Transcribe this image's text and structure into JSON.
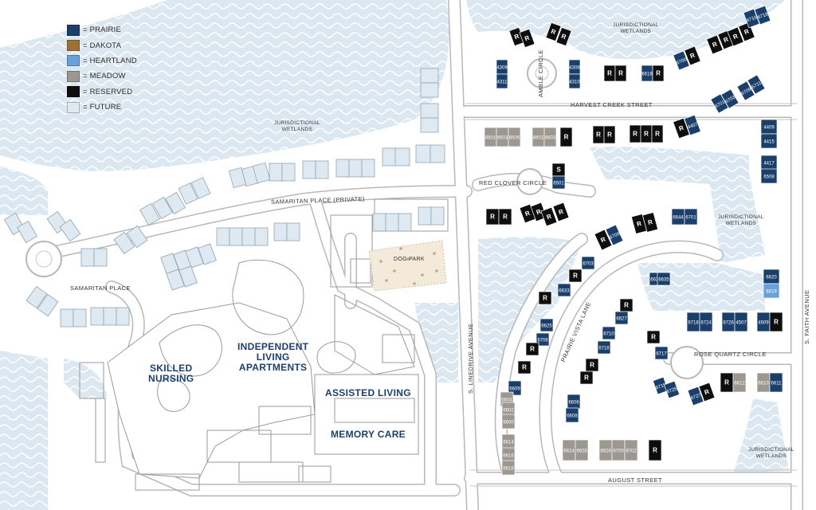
{
  "colors": {
    "prairie": "#1b3f6b",
    "dakota": "#9c7133",
    "heartland": "#6aa0da",
    "meadow": "#9c9791",
    "reserved": "#0e0e0e",
    "future": "#dfe9f1",
    "wetlands": "#dbe8f1",
    "road": "#ffffff",
    "text_navy": "#1c3f6e"
  },
  "legend": [
    {
      "key": "prairie",
      "label": "= PRAIRIE"
    },
    {
      "key": "dakota",
      "label": "= DAKOTA"
    },
    {
      "key": "heartland",
      "label": "= HEARTLAND"
    },
    {
      "key": "meadow",
      "label": "= MEADOW"
    },
    {
      "key": "reserved",
      "label": "= RESERVED"
    },
    {
      "key": "future",
      "label": "= FUTURE"
    }
  ],
  "streets": {
    "harvest_creek": "HARVEST CREEK STREET",
    "amble_circle": "AMBLE CIRCLE",
    "red_clover": "RED CLOVER CIRCLE",
    "samaritan_private": "SAMARITAN PLACE (PRIVATE)",
    "samaritan_place": "SAMARITAN PLACE",
    "linedrive": "S. LINEDRIVE AVENUE",
    "faith": "S. FAITH AVENUE",
    "prairie_vista": "PRAIRIE VISTA LANE",
    "rose_quartz": "ROSE QUARTZ CIRCLE",
    "august": "AUGUST STREET"
  },
  "wetlands": {
    "top_left_1": "JURISDICTIONAL",
    "top_left_2": "WETLANDS",
    "top_right_1": "JURISDICTIONAL",
    "top_right_2": "WETLANDS",
    "mid_right_1": "JURISDICTIONAL",
    "mid_right_2": "WETLANDS",
    "bottom_right_1": "JURISDICTIONAL",
    "bottom_right_2": "WETLANDS"
  },
  "facilities": {
    "skilled_1": "SKILLED",
    "skilled_2": "NURSING",
    "independent_1": "INDEPENDENT",
    "independent_2": "LIVING",
    "independent_3": "APARTMENTS",
    "assisted": "ASSISTED LIVING",
    "memory": "MEMORY CARE",
    "dog_park": "DOG PARK"
  },
  "homes": [
    {
      "s": "reserved",
      "t": "R"
    },
    {
      "s": "reserved",
      "t": "R"
    },
    {
      "s": "reserved",
      "t": "R"
    },
    {
      "s": "reserved",
      "t": "R"
    },
    {
      "s": "prairie",
      "t": "4309"
    },
    {
      "s": "prairie",
      "t": "4311"
    },
    {
      "s": "prairie",
      "t": "4308"
    },
    {
      "s": "prairie",
      "t": "4310"
    },
    {
      "s": "reserved",
      "t": "R"
    },
    {
      "s": "reserved",
      "t": "R"
    },
    {
      "s": "prairie",
      "t": "6618"
    },
    {
      "s": "reserved",
      "t": "R"
    },
    {
      "s": "prairie",
      "t": "6700"
    },
    {
      "s": "reserved",
      "t": "R"
    },
    {
      "s": "reserved",
      "t": "R"
    },
    {
      "s": "reserved",
      "t": "R"
    },
    {
      "s": "reserved",
      "t": "R"
    },
    {
      "s": "reserved",
      "t": "R"
    },
    {
      "s": "prairie",
      "t": "6716"
    },
    {
      "s": "prairie",
      "t": "6718"
    },
    {
      "s": "prairie",
      "t": "6701"
    },
    {
      "s": "prairie",
      "t": "6703"
    },
    {
      "s": "prairie",
      "t": "6709"
    },
    {
      "s": "prairie",
      "t": "6711"
    },
    {
      "s": "meadow",
      "t": "6501"
    },
    {
      "s": "meadow",
      "t": "6503"
    },
    {
      "s": "meadow",
      "t": "6505"
    },
    {
      "s": "meadow",
      "t": "6601"
    },
    {
      "s": "meadow",
      "t": "6603"
    },
    {
      "s": "reserved",
      "t": "R"
    },
    {
      "s": "reserved",
      "t": "R"
    },
    {
      "s": "reserved",
      "t": "R"
    },
    {
      "s": "reserved",
      "t": "R"
    },
    {
      "s": "reserved",
      "t": "R"
    },
    {
      "s": "reserved",
      "t": "R"
    },
    {
      "s": "reserved",
      "t": "R"
    },
    {
      "s": "prairie",
      "t": "4407"
    },
    {
      "s": "prairie",
      "t": "4409"
    },
    {
      "s": "prairie",
      "t": "4415"
    },
    {
      "s": "prairie",
      "t": "4417"
    },
    {
      "s": "prairie",
      "t": "6508"
    },
    {
      "s": "reserved",
      "t": "S"
    },
    {
      "s": "prairie",
      "t": "6501"
    },
    {
      "s": "reserved",
      "t": "R"
    },
    {
      "s": "reserved",
      "t": "R"
    },
    {
      "s": "reserved",
      "t": "R"
    },
    {
      "s": "reserved",
      "t": "R"
    },
    {
      "s": "reserved",
      "t": "R"
    },
    {
      "s": "reserved",
      "t": "R"
    },
    {
      "s": "reserved",
      "t": "R"
    },
    {
      "s": "prairie",
      "t": "6708"
    },
    {
      "s": "reserved",
      "t": "R"
    },
    {
      "s": "reserved",
      "t": "R"
    },
    {
      "s": "prairie",
      "t": "6644"
    },
    {
      "s": "prairie",
      "t": "6701"
    },
    {
      "s": "prairie",
      "t": "6703"
    },
    {
      "s": "reserved",
      "t": "R"
    },
    {
      "s": "prairie",
      "t": "6638"
    },
    {
      "s": "prairie",
      "t": "6635"
    },
    {
      "s": "prairie",
      "t": "6633"
    },
    {
      "s": "reserved",
      "t": "R"
    },
    {
      "s": "reserved",
      "t": "R"
    },
    {
      "s": "prairie",
      "t": "6627"
    },
    {
      "s": "prairie",
      "t": "6625"
    },
    {
      "s": "prairie",
      "t": "6708"
    },
    {
      "s": "prairie",
      "t": "6710"
    },
    {
      "s": "prairie",
      "t": "6716"
    },
    {
      "s": "prairie",
      "t": "6718"
    },
    {
      "s": "prairie",
      "t": "6724"
    },
    {
      "s": "prairie",
      "t": "6726"
    },
    {
      "s": "prairie",
      "t": "4507"
    },
    {
      "s": "prairie",
      "t": "4509"
    },
    {
      "s": "reserved",
      "t": "R"
    },
    {
      "s": "prairie",
      "t": "6620"
    },
    {
      "s": "heartland",
      "t": "6619"
    },
    {
      "s": "reserved",
      "t": "R"
    },
    {
      "s": "reserved",
      "t": "R"
    },
    {
      "s": "reserved",
      "t": "R"
    },
    {
      "s": "reserved",
      "t": "R"
    },
    {
      "s": "reserved",
      "t": "R"
    },
    {
      "s": "prairie",
      "t": "6717"
    },
    {
      "s": "prairie",
      "t": "6719"
    },
    {
      "s": "prairie",
      "t": "6725"
    },
    {
      "s": "prairie",
      "t": "6727"
    },
    {
      "s": "reserved",
      "t": "R"
    },
    {
      "s": "reserved",
      "t": "R"
    },
    {
      "s": "meadow",
      "t": "6612"
    },
    {
      "s": "meadow",
      "t": "6610"
    },
    {
      "s": "prairie",
      "t": "6611"
    },
    {
      "s": "prairie",
      "t": "6609"
    },
    {
      "s": "meadow",
      "t": "6604"
    },
    {
      "s": "meadow",
      "t": "6602"
    },
    {
      "s": "meadow",
      "t": "6600"
    },
    {
      "s": "prairie",
      "t": "6606"
    },
    {
      "s": "prairie",
      "t": "6608"
    },
    {
      "s": "meadow",
      "t": "6614"
    },
    {
      "s": "meadow",
      "t": "6616"
    },
    {
      "s": "meadow",
      "t": "6618"
    },
    {
      "s": "meadow",
      "t": "6624"
    },
    {
      "s": "meadow",
      "t": "6626"
    },
    {
      "s": "meadow",
      "t": "6628"
    },
    {
      "s": "meadow",
      "t": "6700"
    },
    {
      "s": "meadow",
      "t": "6702"
    },
    {
      "s": "reserved",
      "t": "R"
    }
  ]
}
